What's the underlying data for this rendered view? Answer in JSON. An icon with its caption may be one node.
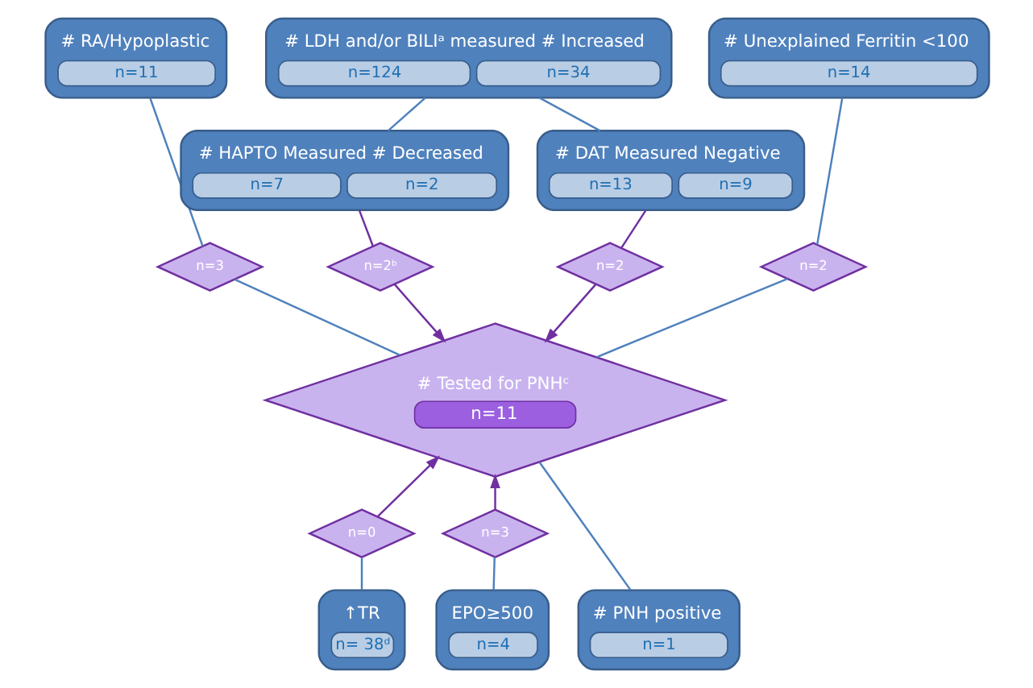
{
  "diagram": {
    "nodes": [
      {
        "text": [
          "# RA/Hypoplastic",
          "n=11"
        ]
      },
      {
        "text": [
          "# LDH and/or BILIᵃ measured # Increased",
          "n=124",
          "n=34"
        ]
      },
      {
        "text": [
          "# Unexplained Ferritin <100",
          "n=14"
        ]
      },
      {
        "text": [
          "# HAPTO Measured # Decreased",
          "n=7",
          "n=2"
        ]
      },
      {
        "text": [
          "# DAT Measured Negative",
          "n=13",
          "n=9"
        ]
      },
      {
        "text": [
          "n=3"
        ]
      },
      {
        "text": [
          "n=2ᵇ"
        ]
      },
      {
        "text": [
          "n=2"
        ]
      },
      {
        "text": [
          "n=2"
        ]
      },
      {
        "text": [
          "# Tested for PNHᶜ",
          "n=11"
        ]
      },
      {
        "text": [
          "n=0"
        ]
      },
      {
        "text": [
          "n=3"
        ]
      },
      {
        "text": [
          "↑TR",
          "n= 38ᵈ"
        ]
      },
      {
        "text": [
          "# PNH positive",
          "n=1"
        ]
      },
      {
        "text": [
          "EPO≥500",
          "n=4"
        ]
      }
    ],
    "edges": [
      {
        "from": 0,
        "to": 5,
        "arrow": "none"
      },
      {
        "from": 5,
        "to": 9,
        "arrow": "none"
      },
      {
        "from": 1,
        "to": 3,
        "arrow": "none"
      },
      {
        "from": 1,
        "to": 4,
        "arrow": "none"
      },
      {
        "from": 3,
        "to": 6,
        "arrow": "none",
        "color": "#7030a0"
      },
      {
        "from": 6,
        "to": 9,
        "arrow": "to",
        "color": "#7030a0"
      },
      {
        "from": 4,
        "to": 7,
        "arrow": "none",
        "color": "#7030a0"
      },
      {
        "from": 7,
        "to": 9,
        "arrow": "to",
        "color": "#7030a0"
      },
      {
        "from": 2,
        "to": 8,
        "arrow": "none"
      },
      {
        "from": 8,
        "to": 9,
        "arrow": "none"
      },
      {
        "from": 12,
        "to": 10,
        "arrow": "none"
      },
      {
        "from": 10,
        "to": 9,
        "arrow": "to",
        "color": "#7030a0"
      },
      {
        "from": 14,
        "to": 11,
        "arrow": "none"
      },
      {
        "from": 11,
        "to": 9,
        "arrow": "to",
        "color": "#7030a0"
      },
      {
        "from": 9,
        "to": 13,
        "arrow": "none"
      }
    ]
  }
}
